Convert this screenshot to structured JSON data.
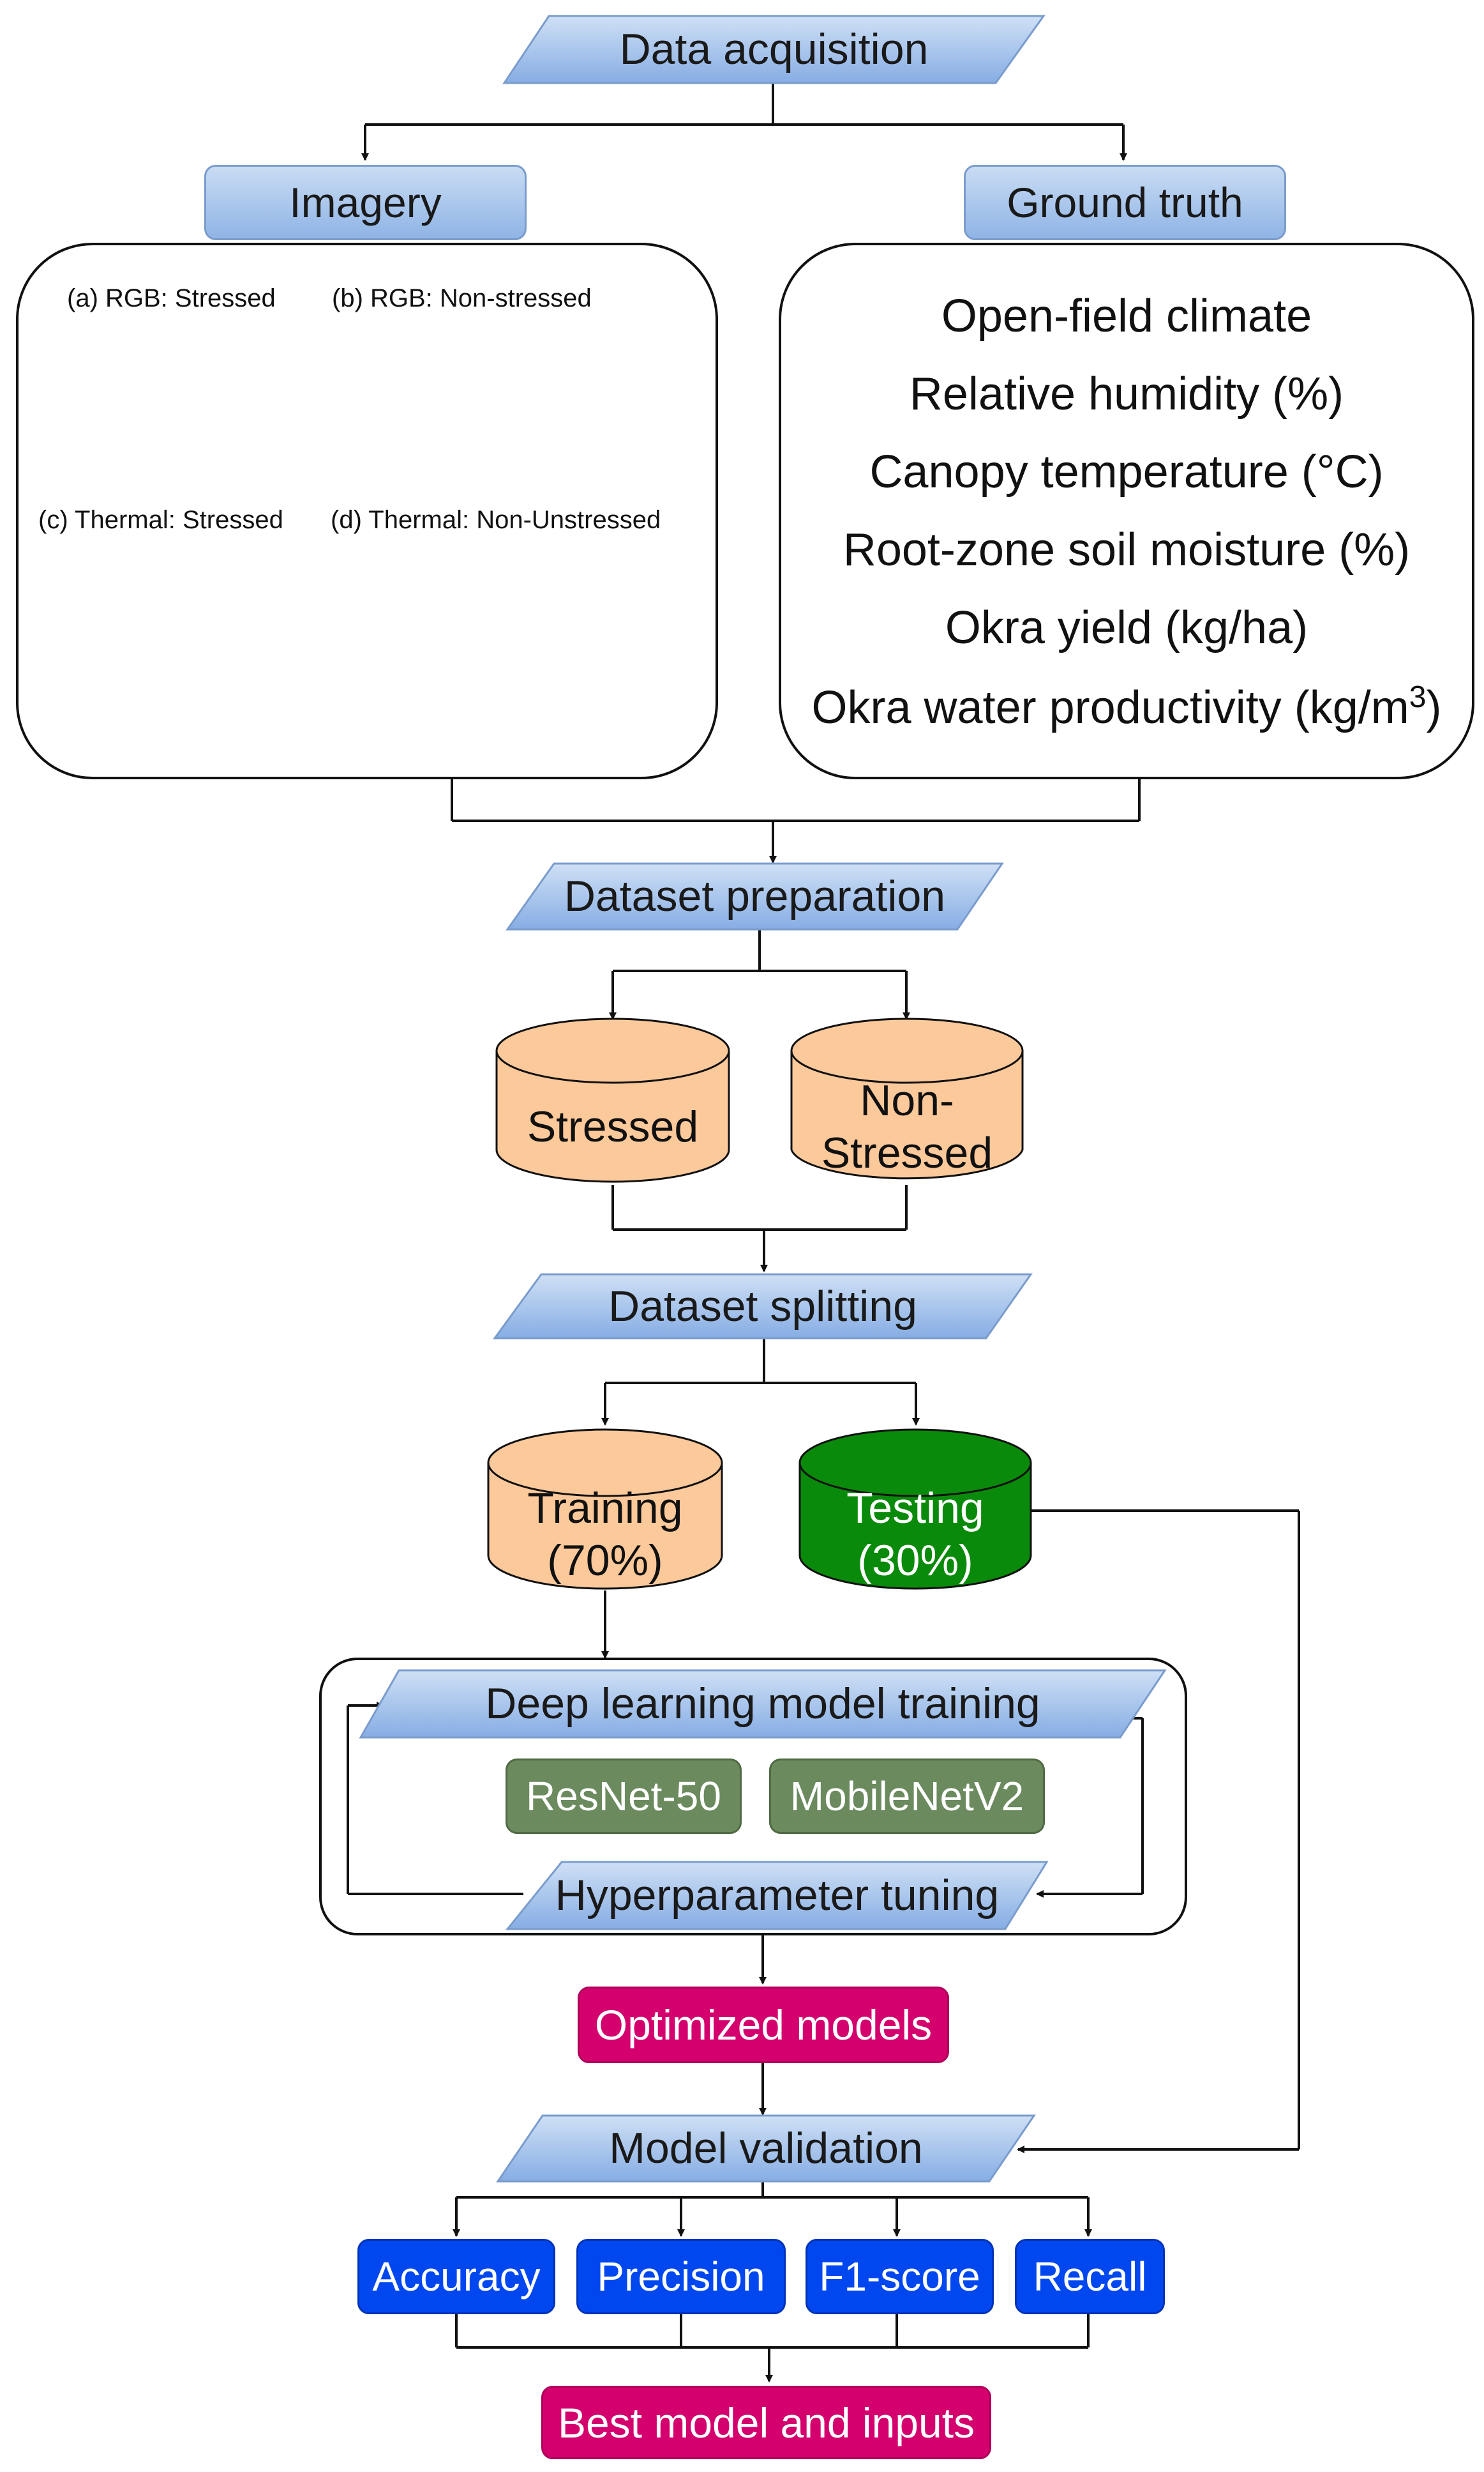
{
  "steps": {
    "data_acquisition": "Data acquisition",
    "imagery": "Imagery",
    "ground_truth": "Ground truth",
    "dataset_preparation": "Dataset preparation",
    "dataset_splitting": "Dataset splitting",
    "dl_training": "Deep learning model training",
    "hyperparameter_tuning": "Hyperparameter tuning",
    "optimized_models": "Optimized models",
    "model_validation": "Model validation",
    "best_model": "Best model and inputs"
  },
  "imagery_panel": {
    "captions": {
      "a": "(a) RGB: Stressed",
      "b": "(b) RGB: Non-stressed",
      "c": "(c) Thermal: Stressed",
      "d": "(d) Thermal: Non-Unstressed"
    }
  },
  "ground_truth_items": {
    "item1": "Open-field climate",
    "item2": "Relative humidity (%)",
    "item3": "Canopy temperature (°C)",
    "item4": "Root-zone soil moisture (%)",
    "item5": "Okra yield (kg/ha)",
    "item6_main": "Okra water productivity (kg/m",
    "item6_sup": "3",
    "item6_end": ")"
  },
  "datasets": {
    "stressed": "Stressed",
    "non_stressed_line1": "Non-",
    "non_stressed_line2": "Stressed",
    "training_line1": "Training",
    "training_line2": "(70%)",
    "testing_line1": "Testing",
    "testing_line2": "(30%)"
  },
  "models": {
    "resnet": "ResNet-50",
    "mobilenet": "MobileNetV2"
  },
  "metrics": {
    "accuracy": "Accuracy",
    "precision": "Precision",
    "f1": "F1-score",
    "recall": "Recall"
  },
  "colors": {
    "parallelogram_fill": "#9dbde9",
    "dataset_fill": "#fcc99b",
    "testing_fill": "#0a8a0a",
    "model_fill": "#6b8a5e",
    "optimized_fill": "#d3006d",
    "metric_fill": "#0047f0"
  }
}
